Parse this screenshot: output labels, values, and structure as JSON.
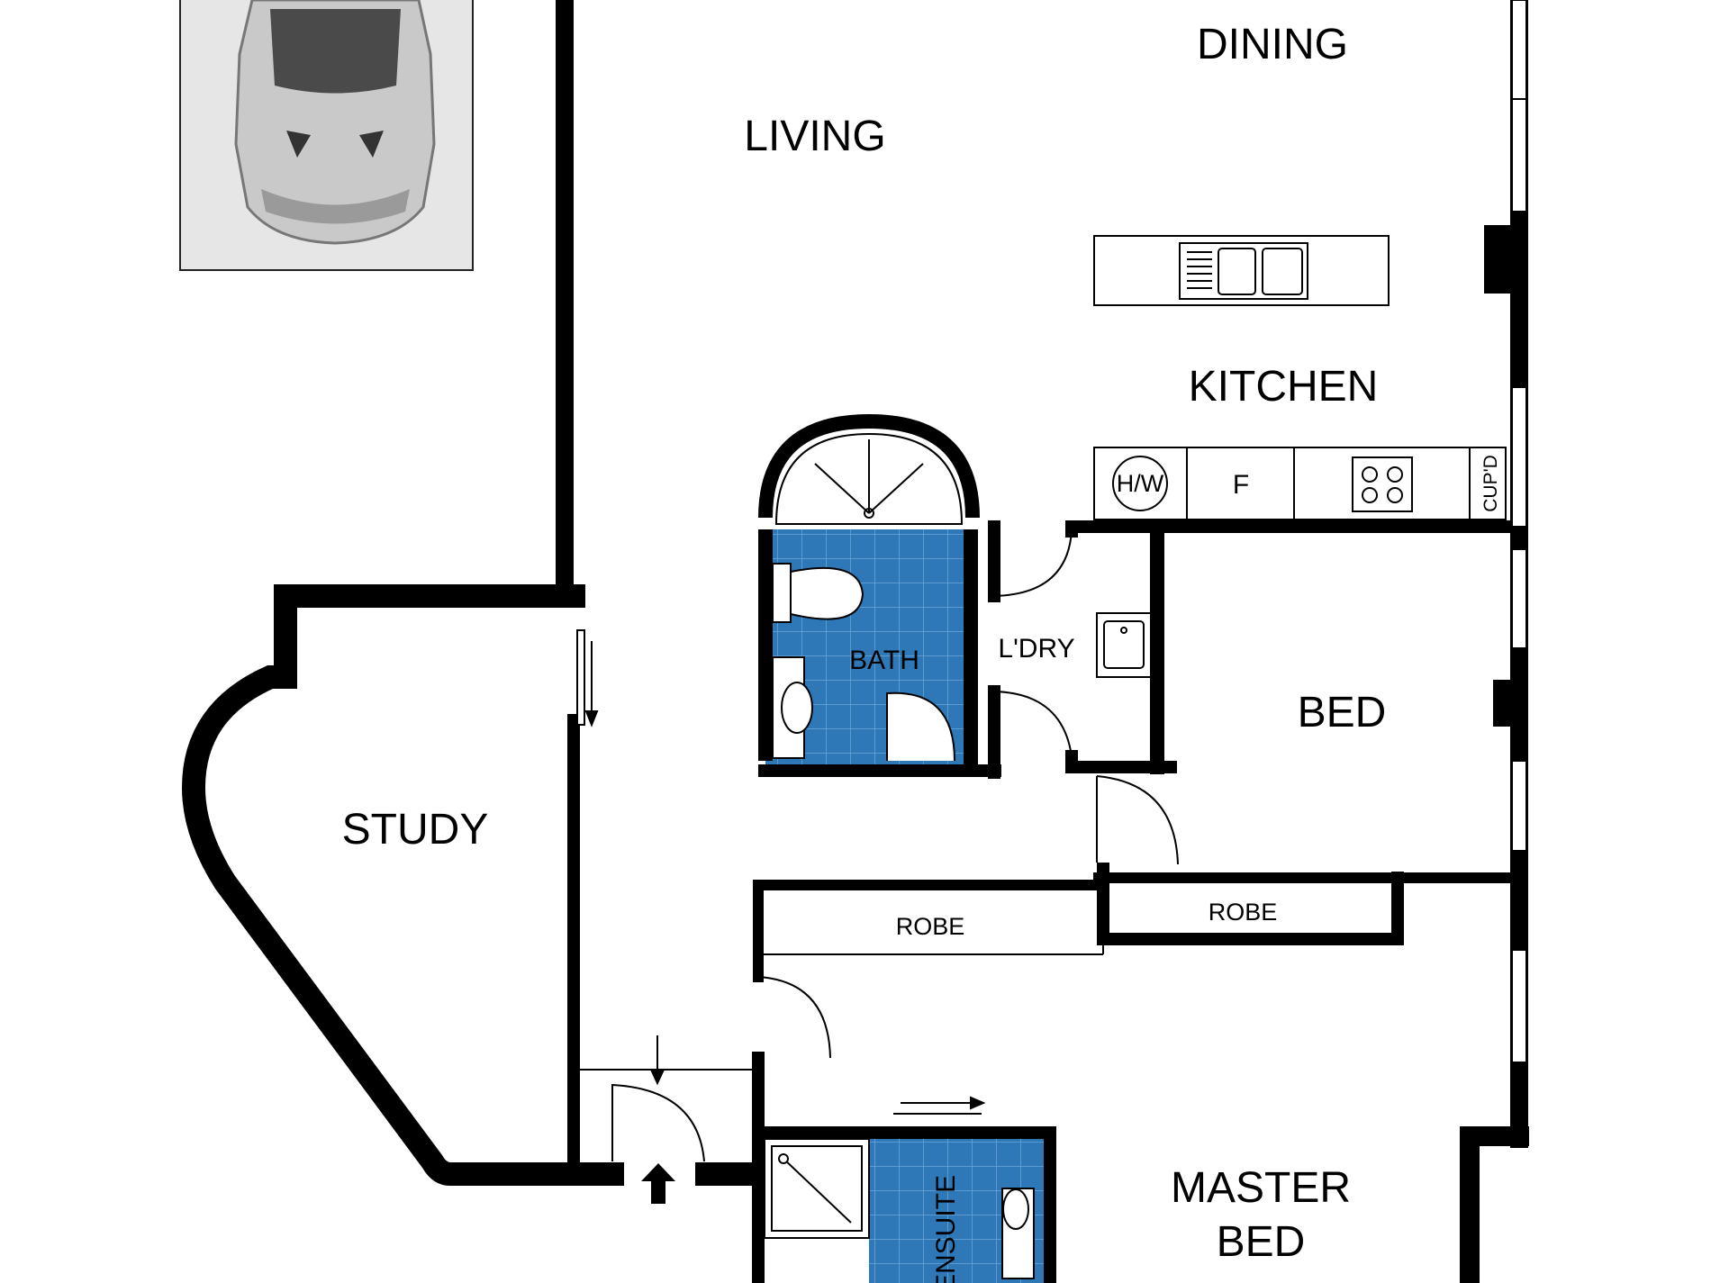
{
  "rooms": {
    "dining": "DINING",
    "living": "LIVING",
    "kitchen": "KITCHEN",
    "bath": "BATH",
    "laundry": "L'DRY",
    "bed": "BED",
    "study": "STUDY",
    "robe_left": "ROBE",
    "robe_right": "ROBE",
    "master_bed_line1": "MASTER",
    "master_bed_line2": "BED",
    "ensuite": "ENSUITE"
  },
  "fixtures": {
    "hot_water": "H/W",
    "fridge": "F",
    "cupboard": "CUP'D"
  },
  "colors": {
    "wall": "#000000",
    "tile": "#2f78b8",
    "tile_grid": "#6aa6d8",
    "car_pad": "#e6e6e6",
    "car_body": "#c9c9c9"
  }
}
